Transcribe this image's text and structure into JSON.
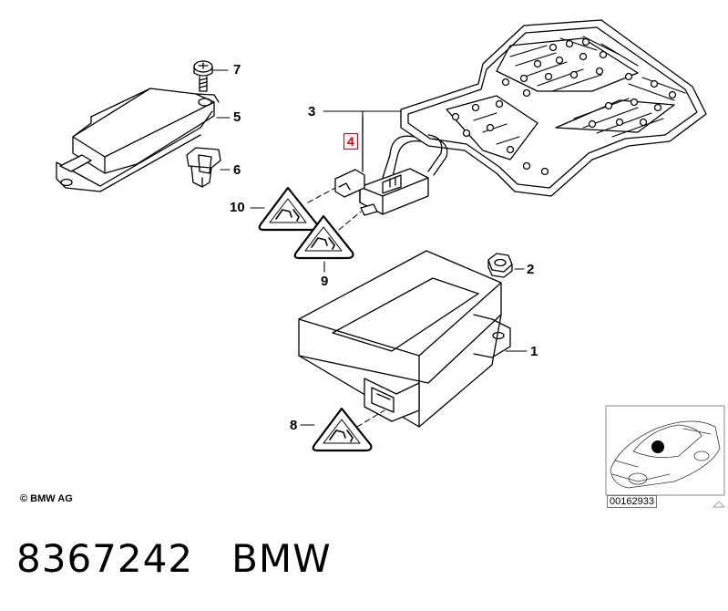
{
  "diagram": {
    "callouts": {
      "c1": "1",
      "c2": "2",
      "c3": "3",
      "c4": "4",
      "c5": "5",
      "c6": "6",
      "c7": "7",
      "c8": "8",
      "c9": "9",
      "c10": "10"
    },
    "highlight_color": "#d0021b"
  },
  "copyright": "© BMW AG",
  "thumbnail": {
    "reference": "00162933"
  },
  "footer": {
    "part_number": "8367242",
    "brand": "BMW"
  }
}
